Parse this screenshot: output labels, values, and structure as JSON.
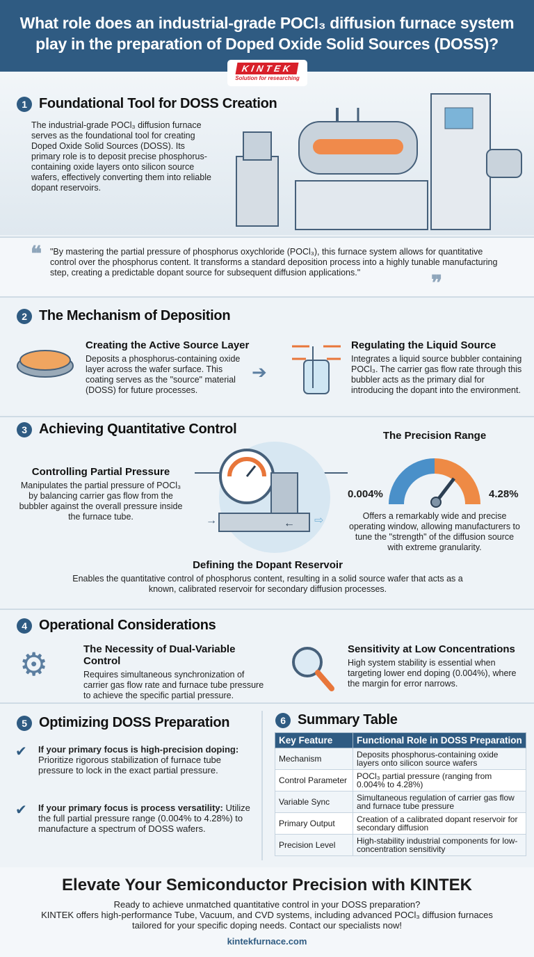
{
  "header": {
    "title": "What role does an industrial-grade POCl₃ diffusion furnace system play in the preparation of Doped Oxide Solid Sources (DOSS)?"
  },
  "logo": {
    "name": "KINTEK",
    "tagline": "Solution for researching"
  },
  "section1": {
    "number": "1",
    "title": "Foundational Tool for DOSS Creation",
    "body": "The industrial-grade POCl₃ diffusion furnace serves as the foundational tool for creating Doped Oxide Solid Sources (DOSS). Its primary role is to deposit precise phosphorus-containing oxide layers onto silicon source wafers, effectively converting them into reliable dopant reservoirs."
  },
  "quote": {
    "text": "\"By mastering the partial pressure of phosphorus oxychloride (POCl₃), this furnace system allows for quantitative control over the phosphorus content. It transforms a standard deposition process into a highly tunable manufacturing step, creating a predictable dopant source for subsequent diffusion applications.\""
  },
  "section2": {
    "number": "2",
    "title": "The Mechanism of Deposition",
    "items": [
      {
        "title": "Creating the Active Source Layer",
        "body": "Deposits a phosphorus-containing oxide layer across the wafer surface. This coating serves as the \"source\" material (DOSS) for future processes."
      },
      {
        "title": "Regulating the Liquid Source",
        "body": "Integrates a liquid source bubbler containing POCl₃. The carrier gas flow rate through this bubbler acts as the primary dial for introducing the dopant into the environment."
      }
    ]
  },
  "section3": {
    "number": "3",
    "title": "Achieving Quantitative Control",
    "left": {
      "title": "Controlling Partial Pressure",
      "body": "Manipulates the partial pressure of POCl₃ by balancing carrier gas flow from the bubbler against the overall pressure inside the furnace tube."
    },
    "gauge": {
      "title": "The Precision Range",
      "min": "0.004%",
      "max": "4.28%",
      "body": "Offers a remarkably wide and precise operating window, allowing manufacturers to tune the \"strength\" of the diffusion source with extreme granularity."
    },
    "bottom": {
      "title": "Defining the Dopant Reservoir",
      "body": "Enables the quantitative control of phosphorus content, resulting in a solid source wafer that acts as a known, calibrated reservoir for secondary diffusion processes."
    }
  },
  "section4": {
    "number": "4",
    "title": "Operational Considerations",
    "items": [
      {
        "title": "The Necessity of Dual-Variable Control",
        "body": "Requires simultaneous synchronization of carrier gas flow rate and furnace tube pressure to achieve the specific partial pressure."
      },
      {
        "title": "Sensitivity at Low Concentrations",
        "body": "High system stability is essential when targeting lower end doping (0.004%), where the margin for error narrows."
      }
    ]
  },
  "section5": {
    "number": "5",
    "title": "Optimizing DOSS Preparation",
    "items": [
      {
        "lead": "If your primary focus is high-precision doping:",
        "body": "Prioritize rigorous stabilization of furnace tube pressure to lock in the exact partial pressure."
      },
      {
        "lead": "If your primary focus is process versatility:",
        "body": "Utilize the full partial pressure range (0.004% to 4.28%) to manufacture a spectrum of DOSS wafers."
      }
    ]
  },
  "section6": {
    "number": "6",
    "title": "Summary Table",
    "headers": [
      "Key Feature",
      "Functional Role in DOSS Preparation"
    ],
    "rows": [
      [
        "Mechanism",
        "Deposits phosphorus-containing oxide layers onto silicon source wafers"
      ],
      [
        "Control Parameter",
        "POCl₃ partial pressure (ranging from 0.004% to 4.28%)"
      ],
      [
        "Variable Sync",
        "Simultaneous regulation of carrier gas flow and furnace tube pressure"
      ],
      [
        "Primary Output",
        "Creation of a calibrated dopant reservoir for secondary diffusion"
      ],
      [
        "Precision Level",
        "High-stability industrial components for low-concentration sensitivity"
      ]
    ]
  },
  "footer": {
    "title": "Elevate Your Semiconductor Precision with KINTEK",
    "line1": "Ready to achieve unmatched quantitative control in your DOSS preparation?",
    "line2": "KINTEK offers high-performance Tube, Vacuum, and CVD systems, including advanced POCl₃ diffusion furnaces tailored for your specific doping needs. Contact our specialists now!",
    "link": "kintekfurnace.com"
  },
  "colors": {
    "primary": "#2f5b82",
    "accent": "#d8202a",
    "orange": "#e8763a",
    "light_blue": "#7cc3e6"
  }
}
